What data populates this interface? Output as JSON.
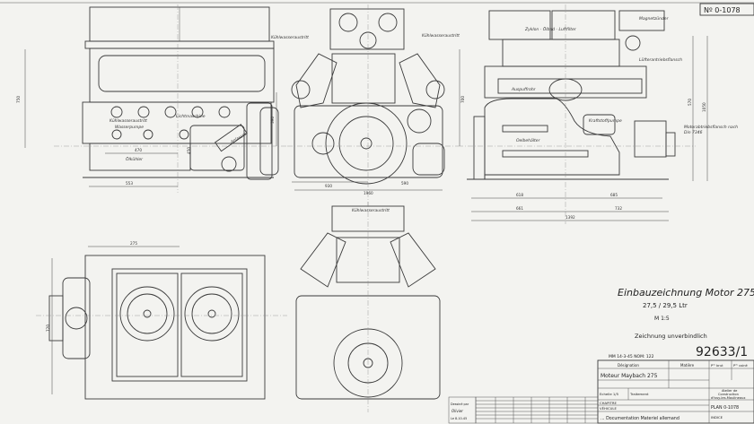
{
  "drawing_number": "Nº 0-1078",
  "labels": {
    "kuehlwasser_1": "Kühlwasseraustritt",
    "kuehlwasser_2": "Kühlwasseraustritt",
    "kuehlwasser_3": "Kühlwasseraustritt",
    "luftfilter": "Zyklon - Ölbad - Luftfilter",
    "magnetzuender": "Magnetzünder",
    "luefter": "Lüfterantriebsflansch",
    "auspuff": "Auspuffrohr",
    "oelbehaelter": "Oelbehälter",
    "kraftstoff": "Kraftstoffpumpe",
    "abtrieb_1": "Motorabtriebsflansch nach",
    "abtrieb_2": "Din 7346",
    "wasserpumpe_1": "Kühlwasseraustritt",
    "wasserpumpe_2": "Wasserpumpe",
    "lichtmaschine": "Lichtmaschine",
    "anlasser": "Anlasser",
    "oelkuehler": "Ölkühler"
  },
  "dimensions": {
    "d750": "750",
    "d553": "553",
    "d470": "470",
    "d450": "450",
    "d930": "930",
    "d1960": "1960",
    "d390": "390",
    "d700": "700",
    "d590": "590",
    "d618": "618",
    "d685": "685",
    "d661": "661",
    "d732": "732",
    "d1392": "1392",
    "d570": "570",
    "d1050": "1050",
    "d275": "275",
    "d720": "720"
  },
  "title": {
    "main": "Einbauzeichnung Motor 275",
    "volume": "27,5 / 29,5 Ltr",
    "scale": "M 1:5",
    "note": "Zeichnung unverbindlich",
    "number": "92633/1",
    "ref": "MM 14-3-45   NOM: 122"
  },
  "title_block": {
    "designation_h": "Désignation",
    "matiere_h": "Matière",
    "pds_brut_h": "Pᵈˢ brut",
    "pds_usine_h": "Pᵈˢ usiné",
    "designation": "Moteur Maybach 275",
    "echelle": "Echelle 1/5",
    "traitement": "Traitement",
    "atelier_1": "Atelier de",
    "atelier_2": "Construction",
    "atelier_3": "d'Issy-les-Moulineaux",
    "chapitre": "CHAPITRE",
    "vehicule": "VÉHICULE",
    "plan": "PLAN 0-1078",
    "indice": "INDICE",
    "documentation": "... Documentation Materiel allemand"
  },
  "drawn_by": {
    "label": "Dessiné par",
    "name": "Olivier",
    "date": "Le 8-10-45"
  }
}
